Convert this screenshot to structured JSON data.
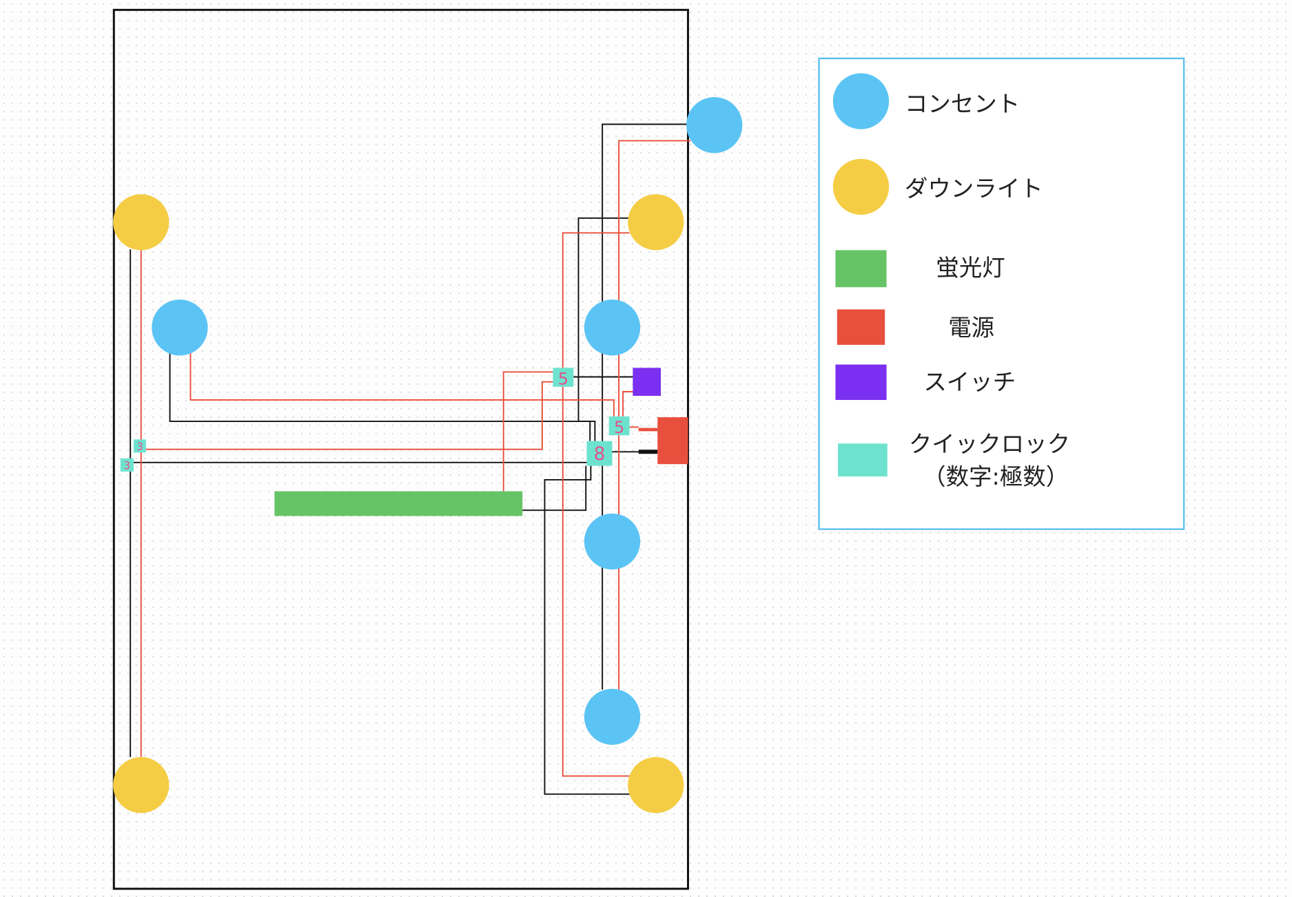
{
  "colors": {
    "outlet": "#5bc4f5",
    "downlight": "#f5cd45",
    "fluorescent": "#66c466",
    "power": "#e94f3d",
    "switch": "#7b2ff0",
    "quicklock": "#6de3cf",
    "wire_hot": "#e94f3d",
    "wire_neutral": "#111111",
    "legend_border": "#5bc0f0"
  },
  "quick_locks": [
    {
      "value": "5"
    },
    {
      "value": "5"
    },
    {
      "value": "8"
    },
    {
      "value": "3"
    },
    {
      "value": "3"
    }
  ],
  "legend": {
    "outlet": "コンセント",
    "downlight": "ダウンライト",
    "fluorescent": "蛍光灯",
    "power": "電源",
    "switch": "スイッチ",
    "quicklock": "クイックロック",
    "quicklock_note": "（数字:極数）"
  }
}
